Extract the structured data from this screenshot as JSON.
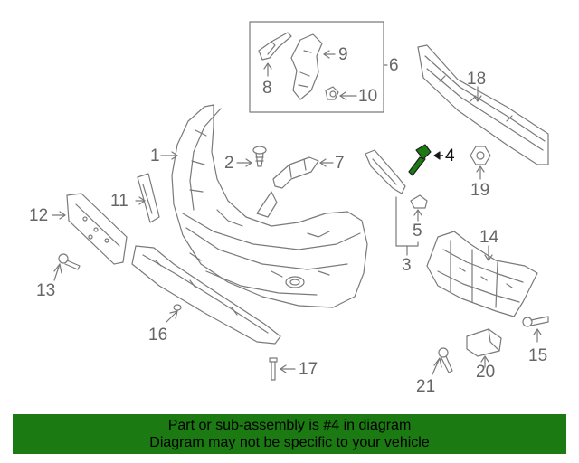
{
  "diagram": {
    "highlight_color": "#1c7a13",
    "line_color": "#7a7a7a",
    "callouts": {
      "c1": "1",
      "c2": "2",
      "c3": "3",
      "c4": "4",
      "c5": "5",
      "c6": "6",
      "c7": "7",
      "c8": "8",
      "c9": "9",
      "c10": "10",
      "c11": "11",
      "c12": "12",
      "c13": "13",
      "c14": "14",
      "c15": "15",
      "c16": "16",
      "c17": "17",
      "c18": "18",
      "c19": "19",
      "c20": "20",
      "c21": "21"
    }
  },
  "banner": {
    "background": "#1c7a13",
    "line1": "Part or sub-assembly is #4 in diagram",
    "line2": "Diagram may not be specific to your vehicle"
  }
}
